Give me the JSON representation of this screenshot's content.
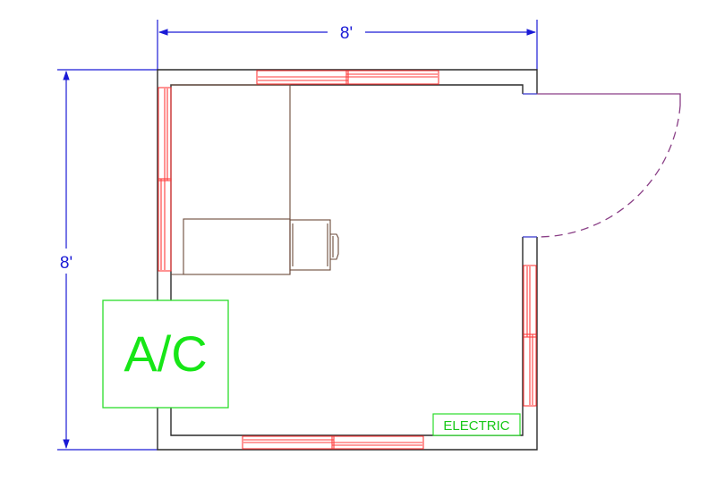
{
  "dimensions": {
    "width_label": "8'",
    "height_label": "8'"
  },
  "labels": {
    "ac": "A/C",
    "electric": "ELECTRIC"
  },
  "colors": {
    "walls": "#2a2a2a",
    "windows": "#ff3b3b",
    "furniture": "#6b4a3a",
    "door": "#8a3f86",
    "dimensions": "#1a1ad6",
    "labels": "#17e617"
  }
}
